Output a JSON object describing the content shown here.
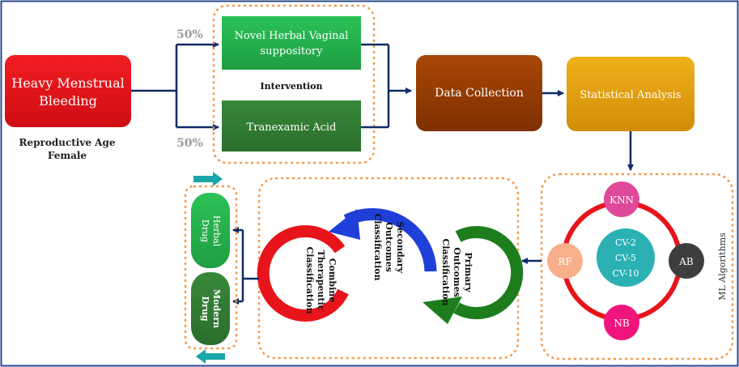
{
  "nodes": {
    "hmb": {
      "line1": "Heavy Menstrual",
      "line2": "Bleeding"
    },
    "population": {
      "line1": "Reproductive Age",
      "line2": "Female"
    },
    "herbal_suppository": {
      "line1": "Novel Herbal Vaginal",
      "line2": "suppository"
    },
    "tranexamic": {
      "label": "Tranexamic Acid"
    },
    "intervention": {
      "label": "Intervention"
    },
    "split_top": {
      "label": "50%"
    },
    "split_bottom": {
      "label": "50%"
    },
    "data_collection": {
      "label": "Data Collection"
    },
    "statistical_analysis": {
      "label": "Statistical Analysis"
    }
  },
  "ml": {
    "group_label": "ML Algorithms",
    "knn": "KNN",
    "rf": "RF",
    "ab": "AB",
    "nb": "NB",
    "cv": [
      "CV-2",
      "CV-5",
      "CV-10"
    ]
  },
  "classification": {
    "primary": [
      "Primary",
      "Outcomes",
      "Classification"
    ],
    "secondary": [
      "Secondary",
      "Outcomes",
      "Classification"
    ],
    "combine": [
      "Combine",
      "Therapeutic",
      "Classification"
    ]
  },
  "drugs": {
    "herbal": [
      "Herbal",
      "Drug"
    ],
    "modern": [
      "Modern",
      "Drug"
    ]
  },
  "colors": {
    "red_box": "#e8141b",
    "green_light": "#22b04b",
    "green_dark": "#2e7d32",
    "brown": "#963c00",
    "gold": "#e2a20e",
    "navy": "#0d2b66",
    "dashed_orange": "#f29a4a",
    "knn_pink": "#e0489a",
    "rf_peach": "#f7b089",
    "ab_gray": "#3e3e3e",
    "nb_pink": "#f0157d",
    "cv_teal": "#2bb1b4",
    "ring_red": "#e8141b",
    "arc_blue": "#1f3fd9",
    "arrow_teal": "#1aa5a8"
  }
}
